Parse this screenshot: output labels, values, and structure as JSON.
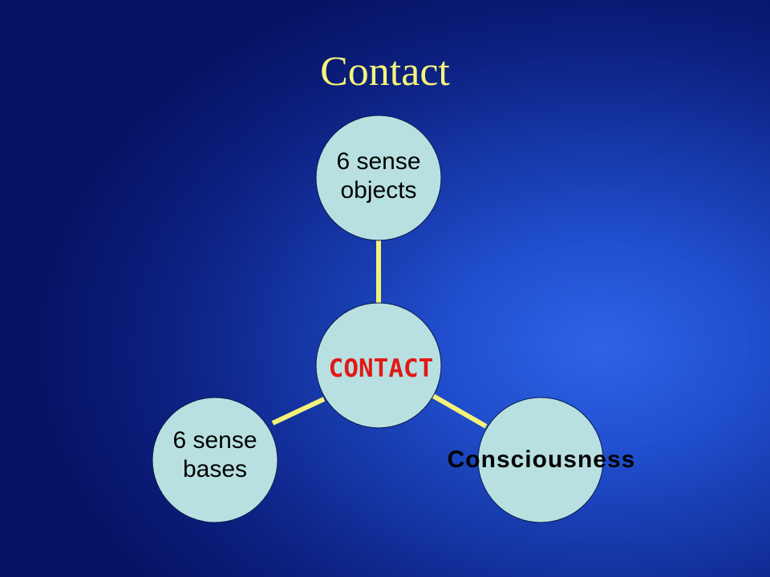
{
  "slide": {
    "title": "Contact"
  },
  "diagram": {
    "center": {
      "label": "CONTACT",
      "label_color": "#e21818"
    },
    "nodes": [
      {
        "id": "objects",
        "label": "6 sense\nobjects"
      },
      {
        "id": "bases",
        "label": "6 sense\nbases"
      },
      {
        "id": "consciousness",
        "label": "Consciousness"
      }
    ]
  },
  "colors": {
    "title": "#f5f57a",
    "node_fill": "#b8e0e0",
    "connector": "#f2f27a",
    "background": "#1a44c0"
  }
}
